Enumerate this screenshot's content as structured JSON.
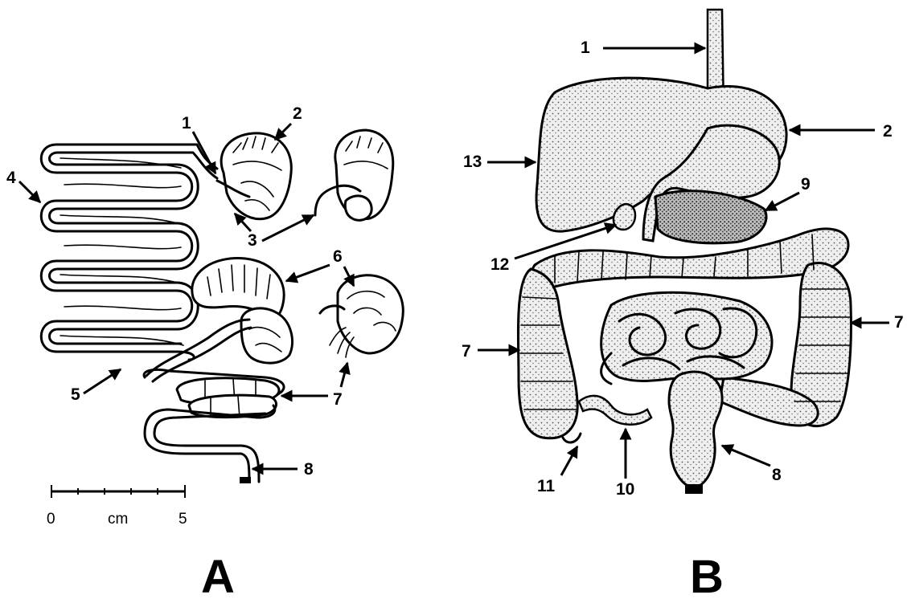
{
  "panel_a": {
    "label": "A",
    "callouts": [
      "1",
      "2",
      "3",
      "4",
      "5",
      "6",
      "7",
      "8"
    ],
    "scale_bar": {
      "start": "0",
      "unit": "cm",
      "end": "5"
    }
  },
  "panel_b": {
    "label": "B",
    "callouts": [
      "1",
      "2",
      "7",
      "7",
      "8",
      "9",
      "10",
      "11",
      "12",
      "13"
    ]
  }
}
